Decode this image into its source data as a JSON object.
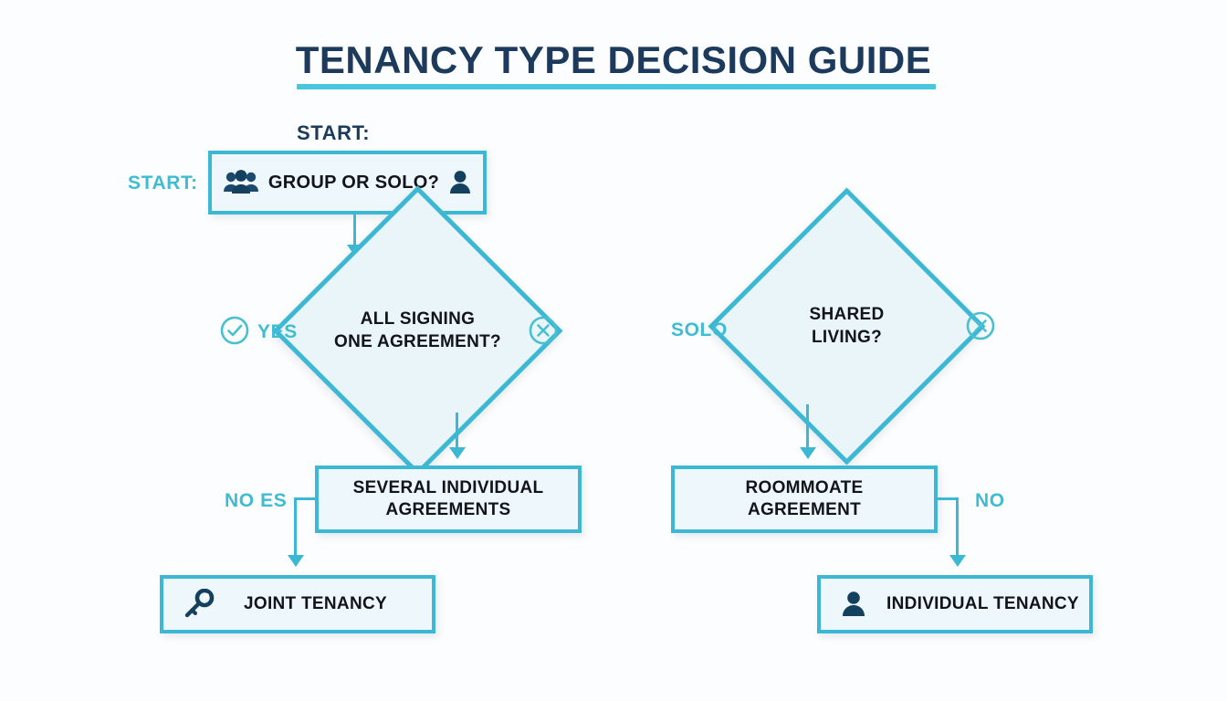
{
  "header": {
    "title": "TENANCY TYPE DECISION GUIDE",
    "rule_color": "#49c5dd"
  },
  "theme": {
    "background": "#fcfdfe",
    "accent_cyan": "#3cb8d4",
    "label_cyan": "#3fbcd2",
    "navy": "#1b3a5c",
    "node_fill": "#eef7fb",
    "diamond_fill": "#eaf5f9",
    "text_dark": "#111418"
  },
  "flow": {
    "start_label_top": "START:",
    "start_label_left": "START:",
    "start_node": {
      "text": "GROUP OR SOLO?",
      "icon_left": "group-people-icon",
      "icon_right": "person-icon"
    },
    "decision_left": {
      "text": "ALL SIGNING\nONE AGREEMENT?",
      "yes_label": "YES",
      "yes_icon": "check-circle-icon",
      "no_icon": "x-circle-icon"
    },
    "decision_right": {
      "text": "SHARED\nLIVING?",
      "left_label": "SOLO",
      "no_icon": "x-circle-icon"
    },
    "box_several": {
      "text": "SEVERAL INDIVIDUAL\nAGREEMENTS",
      "branch_label": "NO ES"
    },
    "box_roommate": {
      "text": "ROOMMOATE\nAGREEMENT",
      "branch_label": "NO"
    },
    "outcome_joint": {
      "text": "JOINT TENANCY",
      "icon": "key-icon"
    },
    "outcome_individual": {
      "text": "INDIVIDUAL TENANCY",
      "icon": "person-icon"
    }
  }
}
